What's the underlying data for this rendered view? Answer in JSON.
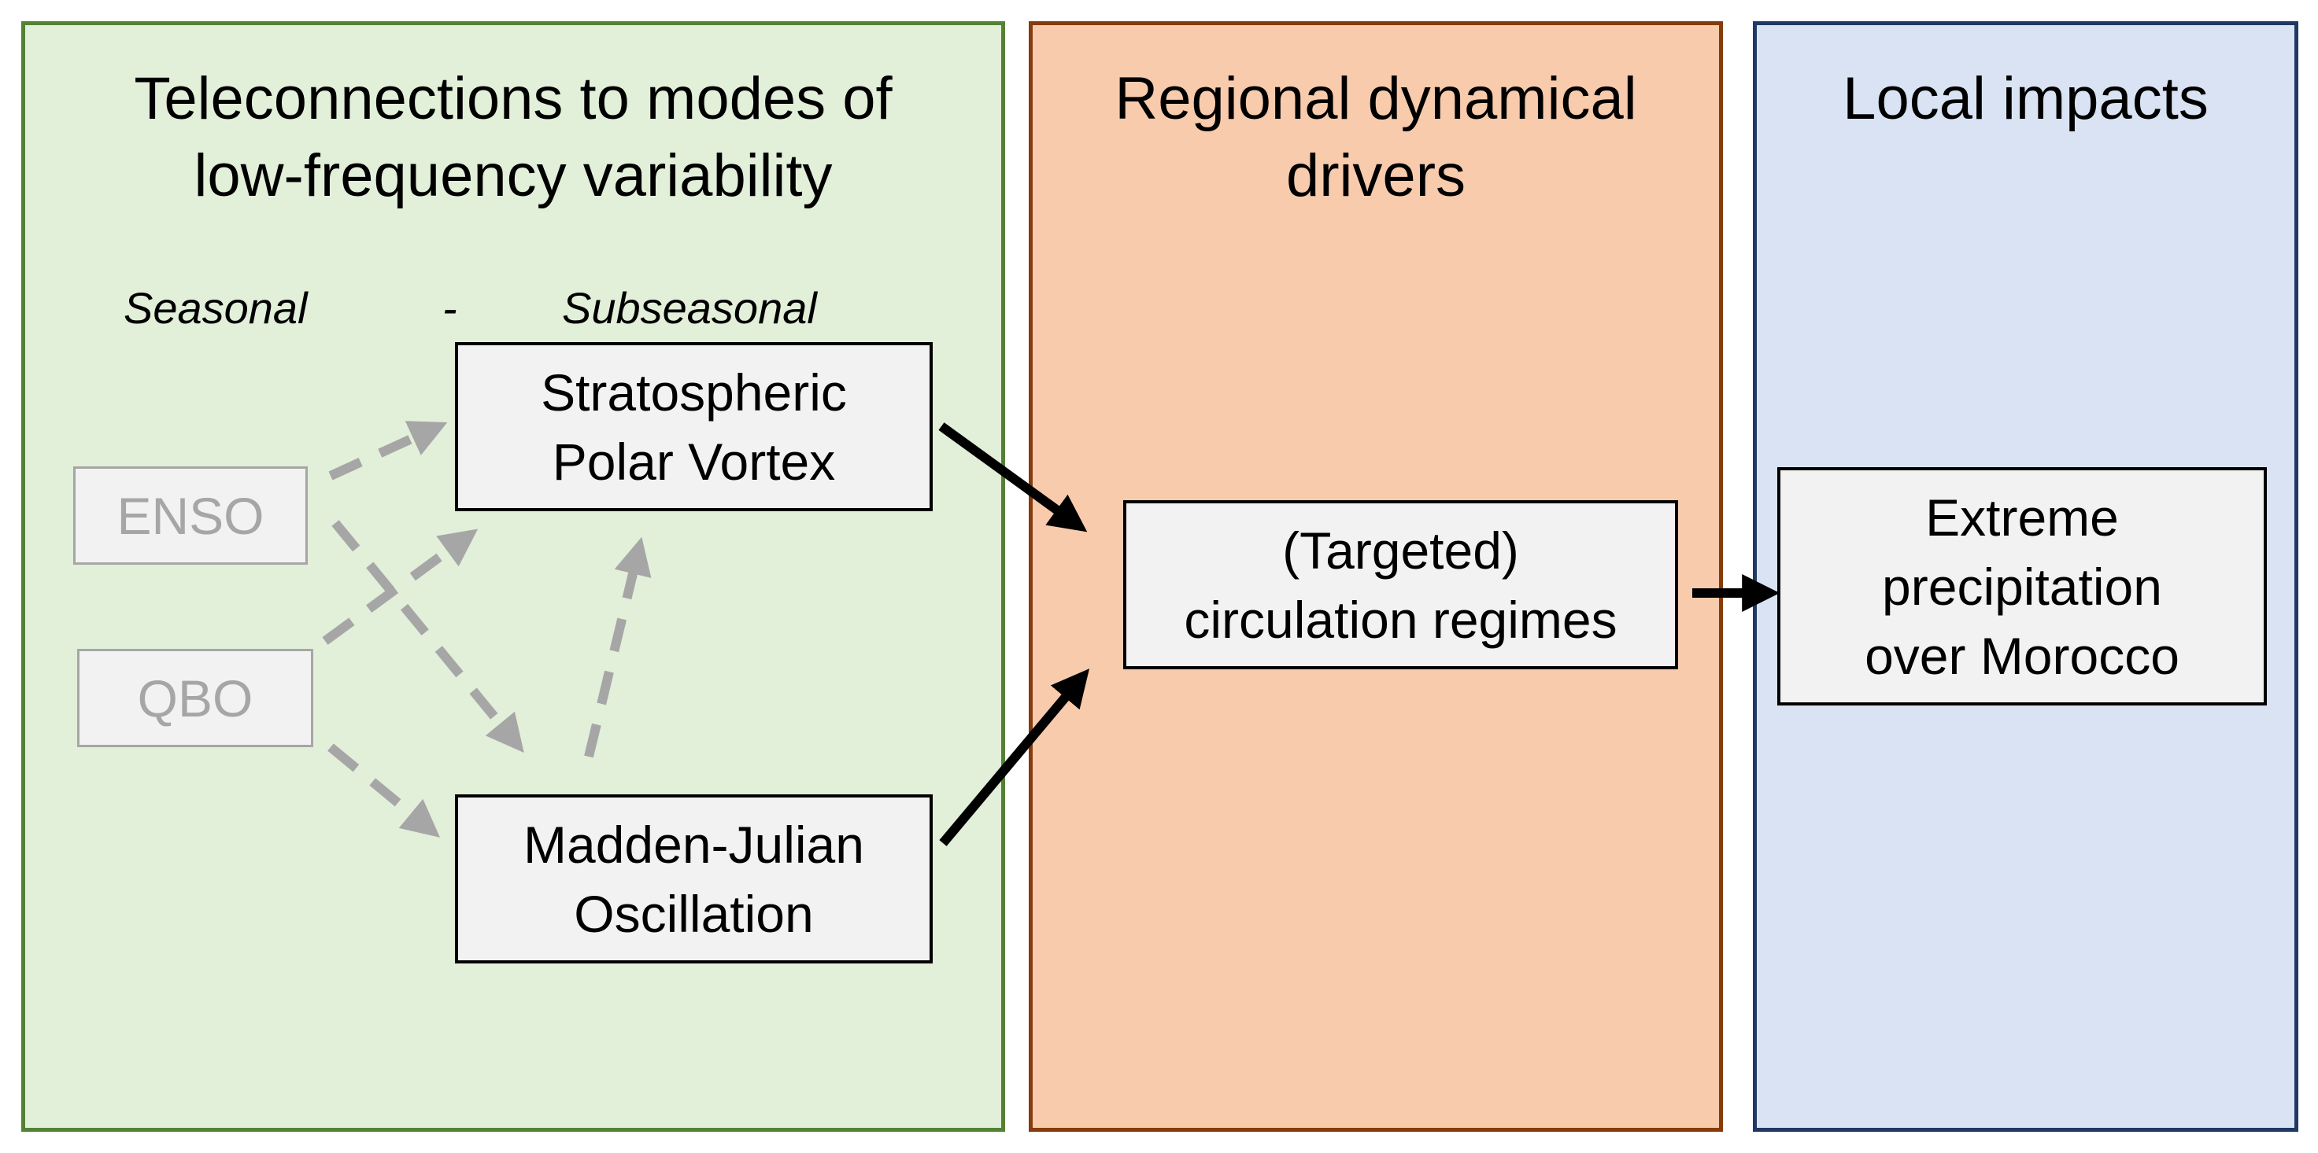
{
  "panels": {
    "teleconnections": {
      "title": "Teleconnections to modes of\nlow-frequency variability",
      "timescale_seasonal": "Seasonal",
      "timescale_dash": "-",
      "timescale_subseasonal": "Subseasonal"
    },
    "regional": {
      "title": "Regional dynamical\ndrivers"
    },
    "local": {
      "title": "Local impacts"
    }
  },
  "nodes": {
    "enso": "ENSO",
    "qbo": "QBO",
    "spv": "Stratospheric\nPolar Vortex",
    "mjo": "Madden-Julian\nOscillation",
    "regimes": "(Targeted)\ncirculation regimes",
    "extreme": "Extreme\nprecipitation\nover Morocco"
  },
  "colors": {
    "teleconnections_fill": "#e2efd9",
    "teleconnections_border": "#548235",
    "regional_fill": "#f8cbad",
    "regional_border": "#843c0c",
    "local_fill": "#dae3f3",
    "local_border": "#1f3864",
    "box_fill": "#f2f2f2",
    "dashed_arrow": "#a6a6a6",
    "solid_arrow": "#000000"
  }
}
